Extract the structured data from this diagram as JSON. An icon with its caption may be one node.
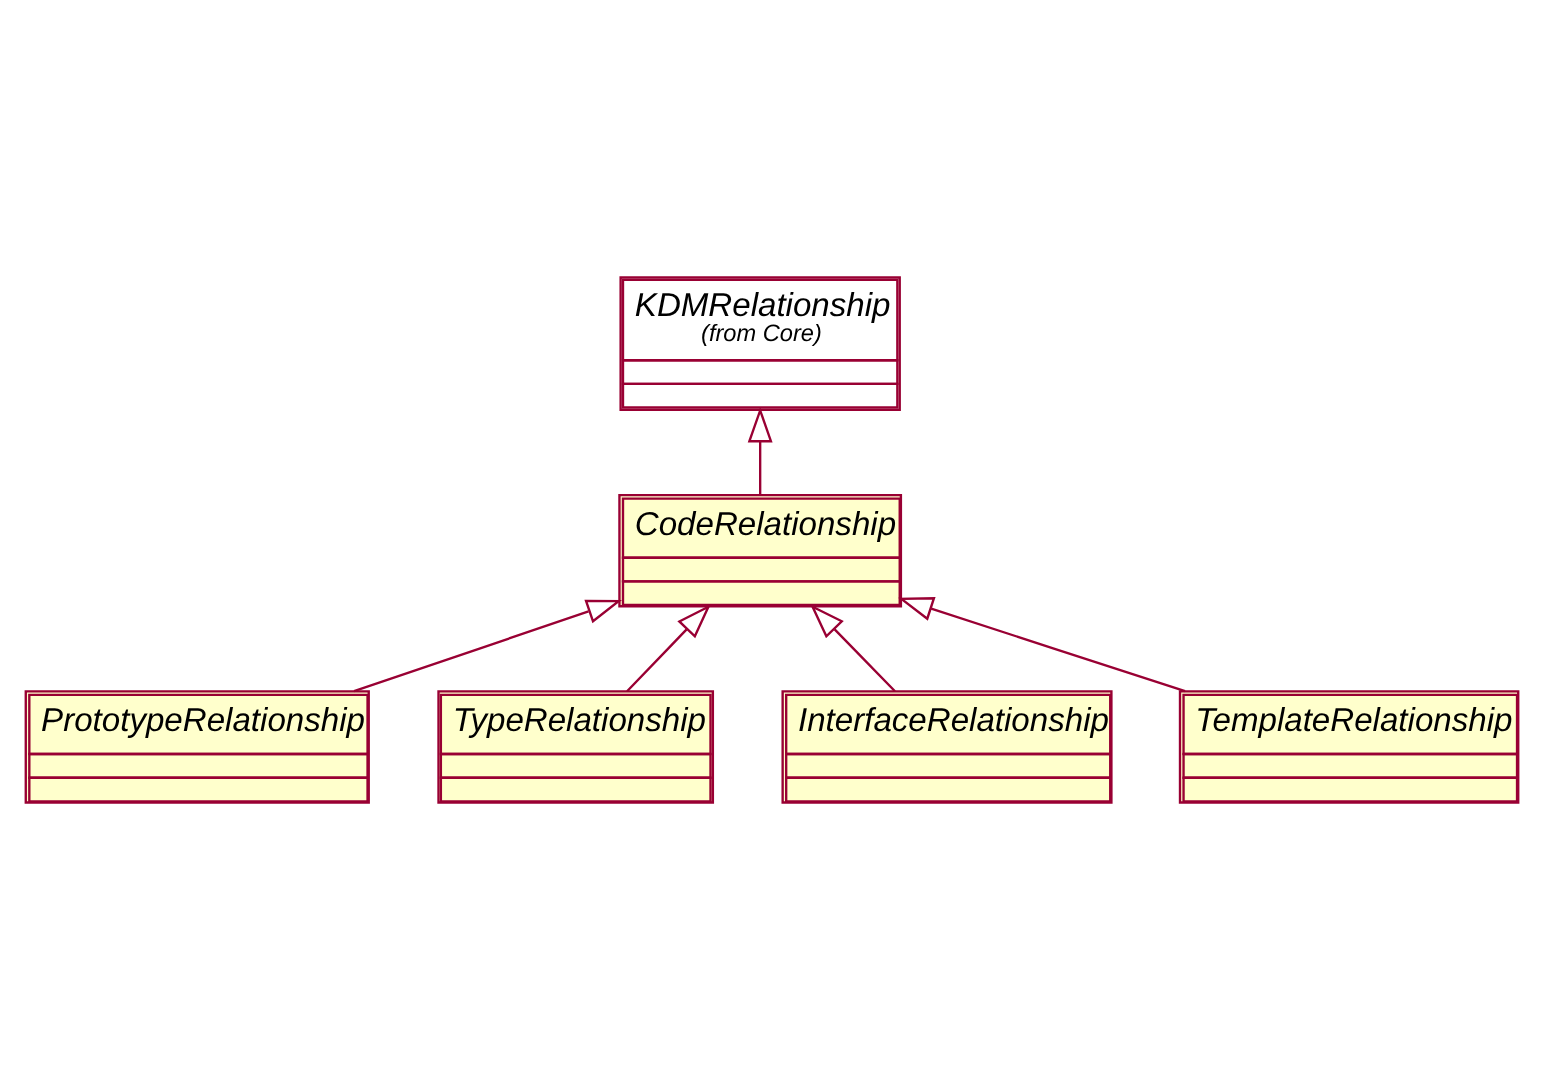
{
  "diagram": {
    "nodes": [
      {
        "text": [
          "KDMRelationship",
          "(from Core)"
        ]
      },
      {
        "text": [
          "CodeRelationship"
        ]
      },
      {
        "text": [
          "PrototypeRelationship"
        ]
      },
      {
        "text": [
          "TypeRelationship"
        ]
      },
      {
        "text": [
          "InterfaceRelationship"
        ]
      },
      {
        "text": [
          "TemplateRelationship"
        ]
      }
    ],
    "edges": [
      {
        "from": 1,
        "to": 0,
        "arrow": "to"
      },
      {
        "from": 2,
        "to": 1,
        "arrow": "to"
      },
      {
        "from": 3,
        "to": 1,
        "arrow": "to"
      },
      {
        "from": 5,
        "to": 1,
        "arrow": "to"
      },
      {
        "from": 4,
        "to": 1,
        "arrow": "to"
      }
    ]
  }
}
